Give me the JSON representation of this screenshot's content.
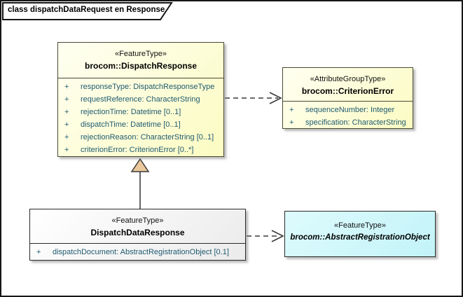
{
  "frame": {
    "title": "class dispatchDataRequest en Response"
  },
  "colors": {
    "class_fill_yellow": "#fbfbc2",
    "class_fill_neutral": "#ebebeb",
    "class_fill_cyan": "#c2f3f8",
    "class_border": "#4a4a33",
    "attribute_text": "#1f5a70",
    "generalization_triangle_fill": "#eac89b",
    "connector_stroke": "#3a3a3a"
  },
  "boxes": {
    "dispatchResponse": {
      "stereotype": "«FeatureType»",
      "name": "brocom::DispatchResponse",
      "attributes": [
        {
          "visibility": "+",
          "text": "responseType: DispatchResponseType"
        },
        {
          "visibility": "+",
          "text": "requestReference: CharacterString"
        },
        {
          "visibility": "+",
          "text": "rejectionTime: Datetime [0..1]"
        },
        {
          "visibility": "+",
          "text": "dispatchTime: Datetime [0..1]"
        },
        {
          "visibility": "+",
          "text": "rejectionReason: CharacterString [0..1]"
        },
        {
          "visibility": "+",
          "text": "criterionError: CriterionError [0..*]"
        }
      ]
    },
    "criterionError": {
      "stereotype": "«AttributeGroupType»",
      "name": "brocom::CriterionError",
      "attributes": [
        {
          "visibility": "+",
          "text": "sequenceNumber: Integer"
        },
        {
          "visibility": "+",
          "text": "specification: CharacterString"
        }
      ]
    },
    "dispatchDataResponse": {
      "stereotype": "«FeatureType»",
      "name": "DispatchDataResponse",
      "attributes": [
        {
          "visibility": "+",
          "text": "dispatchDocument: AbstractRegistrationObject [0.1]"
        }
      ]
    },
    "abstractRegistrationObject": {
      "stereotype": "«FeatureType»",
      "name": "brocom::AbstractRegistrationObject"
    }
  },
  "connectors": [
    {
      "type": "dependency",
      "from": "brocom::DispatchResponse",
      "to": "brocom::CriterionError",
      "line": "dashed",
      "arrowhead": "open"
    },
    {
      "type": "generalization",
      "from": "DispatchDataResponse",
      "to": "brocom::DispatchResponse",
      "line": "solid",
      "arrowhead": "hollow-triangle"
    },
    {
      "type": "dependency",
      "from": "DispatchDataResponse",
      "to": "brocom::AbstractRegistrationObject",
      "line": "dashed",
      "arrowhead": "open"
    }
  ]
}
